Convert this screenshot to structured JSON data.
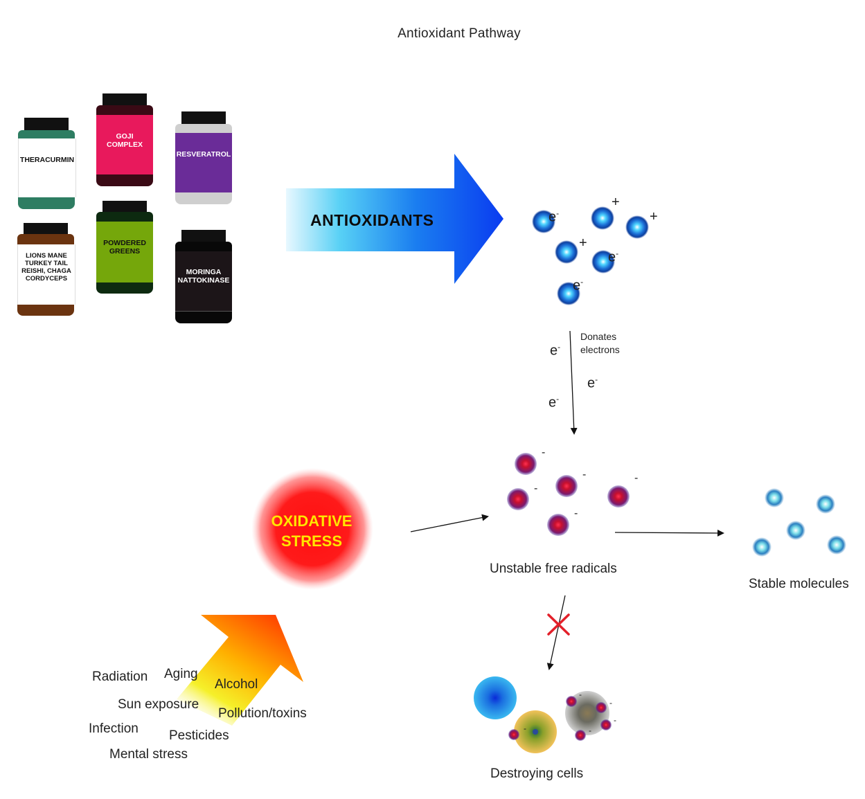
{
  "title": "Antioxidant Pathway",
  "supplements": [
    {
      "lines": [
        "THERACURMIN"
      ],
      "colors": {
        "cap": "#111111",
        "band": "#2e7d62",
        "body": "#ffffff"
      }
    },
    {
      "lines": [
        "GOJI",
        "COMPLEX"
      ],
      "colors": {
        "cap": "#111111",
        "band": "#3a0a15",
        "body": "#e8195c"
      }
    },
    {
      "lines": [
        "RESVERATROL"
      ],
      "colors": {
        "cap": "#111111",
        "band": "#cfcfcf",
        "body": "#6a2c98"
      }
    },
    {
      "lines": [
        "LIONS MANE",
        "TURKEY TAIL",
        "REISHI, CHAGA",
        "CORDYCEPS"
      ],
      "colors": {
        "cap": "#111111",
        "band": "#6b3410",
        "body": "#ffffff"
      }
    },
    {
      "lines": [
        "POWDERED",
        "GREENS"
      ],
      "colors": {
        "cap": "#111111",
        "band": "#0d2a10",
        "body": "#75a70b"
      }
    },
    {
      "lines": [
        "MORINGA",
        "NATTOKINASE"
      ],
      "colors": {
        "cap": "#111111",
        "band": "#080808",
        "body": "#1c1518"
      }
    }
  ],
  "antioxidants_label": "ANTIOXIDANTS",
  "electron_symbol": "e",
  "minus_sign": "-",
  "plus_sign": "+",
  "donates_label": [
    "Donates",
    "electrons"
  ],
  "oxidative_stress": [
    "OXIDATIVE",
    "STRESS"
  ],
  "unstable_label": "Unstable free radicals",
  "stable_label": "Stable molecules",
  "destroying_label": "Destroying cells",
  "sources": [
    "Radiation",
    "Aging",
    "Alcohol",
    "Sun exposure",
    "Pollution/toxins",
    "Infection",
    "Pesticides",
    "Mental stress"
  ],
  "colors": {
    "antioxidant_blue": "#1565d8",
    "radical_red": "#c8102e",
    "stress_red": "#ff1a1a",
    "block_x": "#e3202a"
  }
}
